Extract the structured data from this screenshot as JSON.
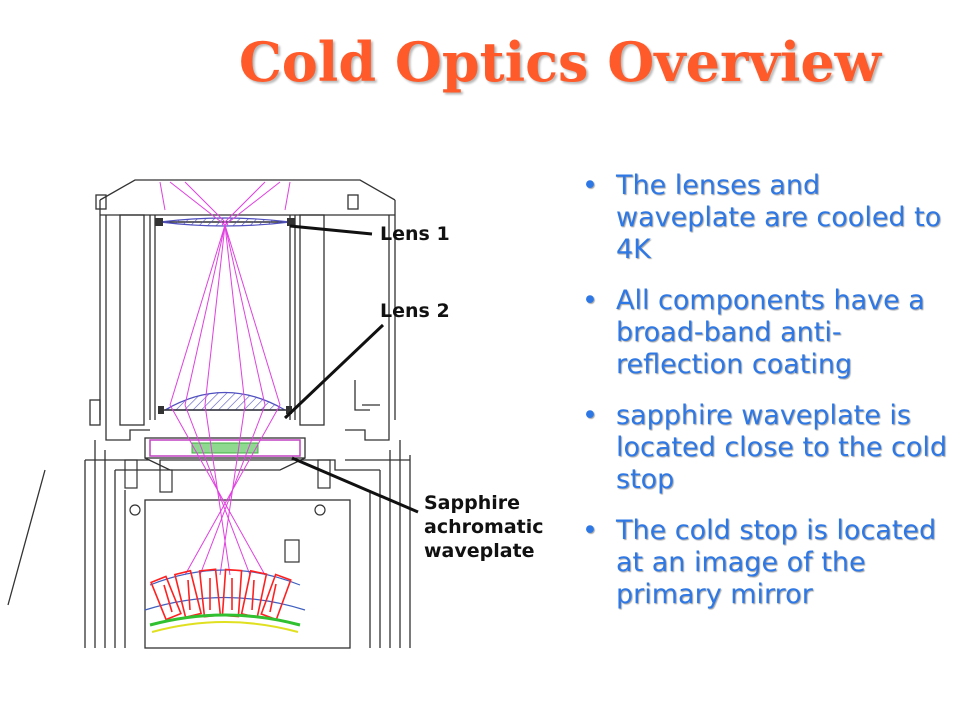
{
  "slide": {
    "title": "Cold Optics Overview",
    "bullet_marker": "•",
    "bullets": [
      "The lenses and waveplate are cooled to 4K",
      "All components have a broad-band anti-reflection coating",
      "sapphire waveplate is located close to the cold stop",
      "The cold stop is located at an image of the primary mirror"
    ]
  },
  "diagram": {
    "labels": {
      "lens1": "Lens 1",
      "lens2": "Lens 2",
      "waveplate_line1": "Sapphire",
      "waveplate_line2": "achromatic",
      "waveplate_line3": "waveplate"
    },
    "colors": {
      "rays": "#e040e0",
      "mechanics": "#333333",
      "lens_hatch": "#5050c0",
      "waveplate": "#40b040",
      "detectors": "#ff2020",
      "detector_base": "#30c030"
    }
  }
}
